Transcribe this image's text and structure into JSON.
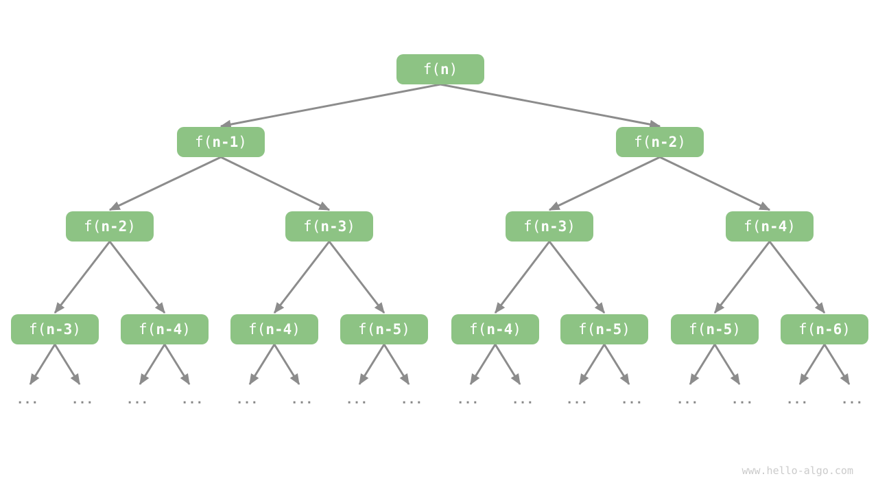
{
  "diagram": {
    "type": "recursion-tree",
    "description": "Recursion tree of f(n) = f(n-1) + f(n-2)"
  },
  "nodes": [
    {
      "id": 0,
      "level": 0,
      "prefix": "f(",
      "var": "n",
      "suffix": ")"
    },
    {
      "id": 1,
      "level": 1,
      "prefix": "f(",
      "var": "n-1",
      "suffix": ")"
    },
    {
      "id": 2,
      "level": 1,
      "prefix": "f(",
      "var": "n-2",
      "suffix": ")"
    },
    {
      "id": 3,
      "level": 2,
      "prefix": "f(",
      "var": "n-2",
      "suffix": ")"
    },
    {
      "id": 4,
      "level": 2,
      "prefix": "f(",
      "var": "n-3",
      "suffix": ")"
    },
    {
      "id": 5,
      "level": 2,
      "prefix": "f(",
      "var": "n-3",
      "suffix": ")"
    },
    {
      "id": 6,
      "level": 2,
      "prefix": "f(",
      "var": "n-4",
      "suffix": ")"
    },
    {
      "id": 7,
      "level": 3,
      "prefix": "f(",
      "var": "n-3",
      "suffix": ")"
    },
    {
      "id": 8,
      "level": 3,
      "prefix": "f(",
      "var": "n-4",
      "suffix": ")"
    },
    {
      "id": 9,
      "level": 3,
      "prefix": "f(",
      "var": "n-4",
      "suffix": ")"
    },
    {
      "id": 10,
      "level": 3,
      "prefix": "f(",
      "var": "n-5",
      "suffix": ")"
    },
    {
      "id": 11,
      "level": 3,
      "prefix": "f(",
      "var": "n-4",
      "suffix": ")"
    },
    {
      "id": 12,
      "level": 3,
      "prefix": "f(",
      "var": "n-5",
      "suffix": ")"
    },
    {
      "id": 13,
      "level": 3,
      "prefix": "f(",
      "var": "n-6",
      "suffix": ")"
    }
  ],
  "nodes_note": "index 13 above corresponds to rightmost; full level-4 order is n-3, n-4, n-4, n-5, n-4, n-5, n-5, n-6",
  "edges": [
    [
      0,
      1
    ],
    [
      0,
      2
    ],
    [
      1,
      3
    ],
    [
      1,
      4
    ],
    [
      2,
      5
    ],
    [
      2,
      6
    ],
    [
      3,
      7
    ],
    [
      3,
      8
    ],
    [
      4,
      9
    ],
    [
      4,
      10
    ],
    [
      5,
      11
    ],
    [
      5,
      12
    ],
    [
      6,
      13
    ],
    [
      6,
      14
    ]
  ],
  "node_labels_level4": [
    "f(n-3)",
    "f(n-4)",
    "f(n-4)",
    "f(n-5)",
    "f(n-4)",
    "f(n-5)",
    "f(n-5)",
    "f(n-6)"
  ],
  "n13": {
    "prefix": "f(",
    "var": "n-5",
    "suffix": ")"
  },
  "n14": {
    "prefix": "f(",
    "var": "n-6",
    "suffix": ")"
  },
  "leaf_ellipsis": "...",
  "watermark": "www.hello-algo.com",
  "colors": {
    "node_fill": "#8DC384",
    "node_text": "#FFFFFF",
    "arrow": "#8C8C8C",
    "ellipsis_dots": "#8C8C8C",
    "watermark_text": "#CBCBCB",
    "background": "#FFFFFF"
  }
}
